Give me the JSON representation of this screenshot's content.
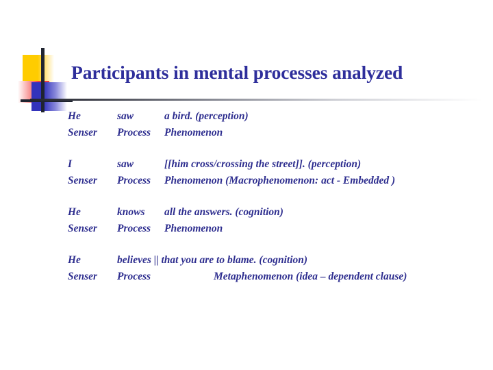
{
  "slide": {
    "title": "Participants in mental processes analyzed",
    "colors": {
      "title_blue": "#2E2E9B",
      "body_blue": "#2E2E8F",
      "logo_yellow": "#FFCC00",
      "logo_red": "#F04040",
      "logo_blue": "#3333BB",
      "logo_bar": "#1F2430",
      "background": "#FFFFFF"
    },
    "logo": {
      "name": "decorative-geometric-logo",
      "shapes": [
        "yellow-square",
        "red-square",
        "blue-square",
        "vertical-bar",
        "horizontal-bar"
      ]
    },
    "blocks": [
      {
        "id": "block-1",
        "example": {
          "participant": "He",
          "process": "saw",
          "phenomenon": "a bird. (perception)"
        },
        "labels": {
          "participant": "Senser",
          "process": "Process",
          "phenomenon": "Phenomenon"
        }
      },
      {
        "id": "block-2",
        "example": {
          "participant": "I",
          "process": "saw",
          "phenomenon": "[[him cross/crossing the street]]. (perception)"
        },
        "labels": {
          "participant": "Senser",
          "process": "Process",
          "phenomenon": "Phenomenon (Macrophenomenon: act - Embedded )"
        }
      },
      {
        "id": "block-3",
        "example": {
          "participant": "He",
          "process": "knows",
          "phenomenon": "all the answers. (cognition)"
        },
        "labels": {
          "participant": "Senser",
          "process": "Process",
          "phenomenon": "Phenomenon"
        }
      },
      {
        "id": "block-4",
        "example": {
          "participant": "He",
          "process": "believes || that you are to blame. (cognition)",
          "phenomenon": ""
        },
        "labels": {
          "participant": "Senser",
          "process": "Process",
          "phenomenon": "Metaphenomenon (idea – dependent clause)"
        }
      }
    ]
  }
}
